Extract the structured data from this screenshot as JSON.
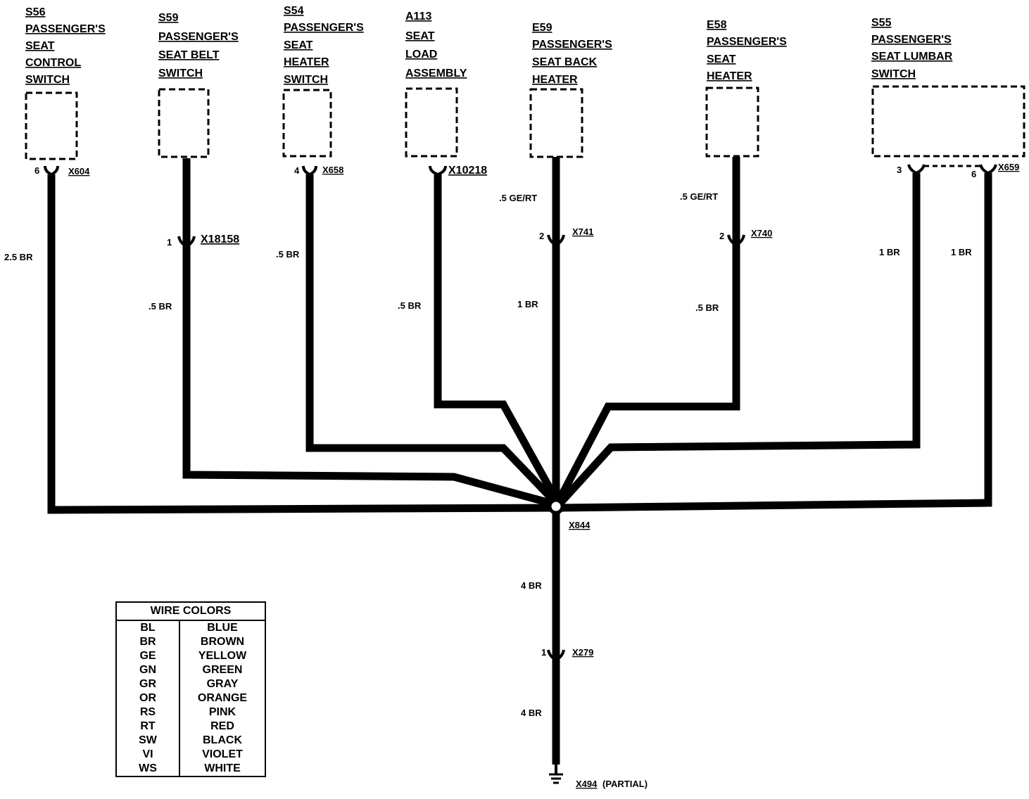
{
  "components": [
    {
      "id": "S56",
      "lines": [
        "PASSENGER'S",
        "SEAT",
        "CONTROL",
        "SWITCH"
      ],
      "connector": "X604",
      "pin": "6",
      "wire": "2.5 BR"
    },
    {
      "id": "S59",
      "lines": [
        "PASSENGER'S",
        "SEAT BELT",
        "SWITCH"
      ],
      "connector": "X18158",
      "pin": "1",
      "wire": ".5 BR"
    },
    {
      "id": "S54",
      "lines": [
        "PASSENGER'S",
        "SEAT",
        "HEATER",
        "SWITCH"
      ],
      "connector": "X658",
      "pin": "4",
      "wire": ".5 BR"
    },
    {
      "id": "A113",
      "lines": [
        "SEAT",
        "LOAD",
        "ASSEMBLY"
      ],
      "connector": "X10218",
      "wire": ".5 BR"
    },
    {
      "id": "E59",
      "lines": [
        "PASSENGER'S",
        "SEAT BACK",
        "HEATER"
      ],
      "wire_upper": ".5 GE/RT",
      "connector": "X741",
      "pin": "2",
      "wire": "1 BR"
    },
    {
      "id": "E58",
      "lines": [
        "PASSENGER'S",
        "SEAT",
        "HEATER"
      ],
      "wire_upper": ".5 GE/RT",
      "connector": "X740",
      "pin": "2",
      "wire": ".5 BR"
    },
    {
      "id": "S55",
      "lines": [
        "PASSENGER'S",
        "SEAT LUMBAR",
        "SWITCH"
      ],
      "connector": "X659",
      "pin_a": "3",
      "pin_b": "6",
      "wire_a": "1 BR",
      "wire_b": "1 BR"
    }
  ],
  "splice": "X844",
  "trunk": {
    "wire_upper": "4 BR",
    "connector": "X279",
    "pin": "1",
    "wire_lower": "4 BR"
  },
  "ground": {
    "id": "X494",
    "note": "(PARTIAL)"
  },
  "legend": {
    "title": "WIRE COLORS",
    "rows": [
      {
        "code": "BL",
        "color": "BLUE"
      },
      {
        "code": "BR",
        "color": "BROWN"
      },
      {
        "code": "GE",
        "color": "YELLOW"
      },
      {
        "code": "GN",
        "color": "GREEN"
      },
      {
        "code": "GR",
        "color": "GRAY"
      },
      {
        "code": "OR",
        "color": "ORANGE"
      },
      {
        "code": "RS",
        "color": "PINK"
      },
      {
        "code": "RT",
        "color": "RED"
      },
      {
        "code": "SW",
        "color": "BLACK"
      },
      {
        "code": "VI",
        "color": "VIOLET"
      },
      {
        "code": "WS",
        "color": "WHITE"
      }
    ]
  }
}
